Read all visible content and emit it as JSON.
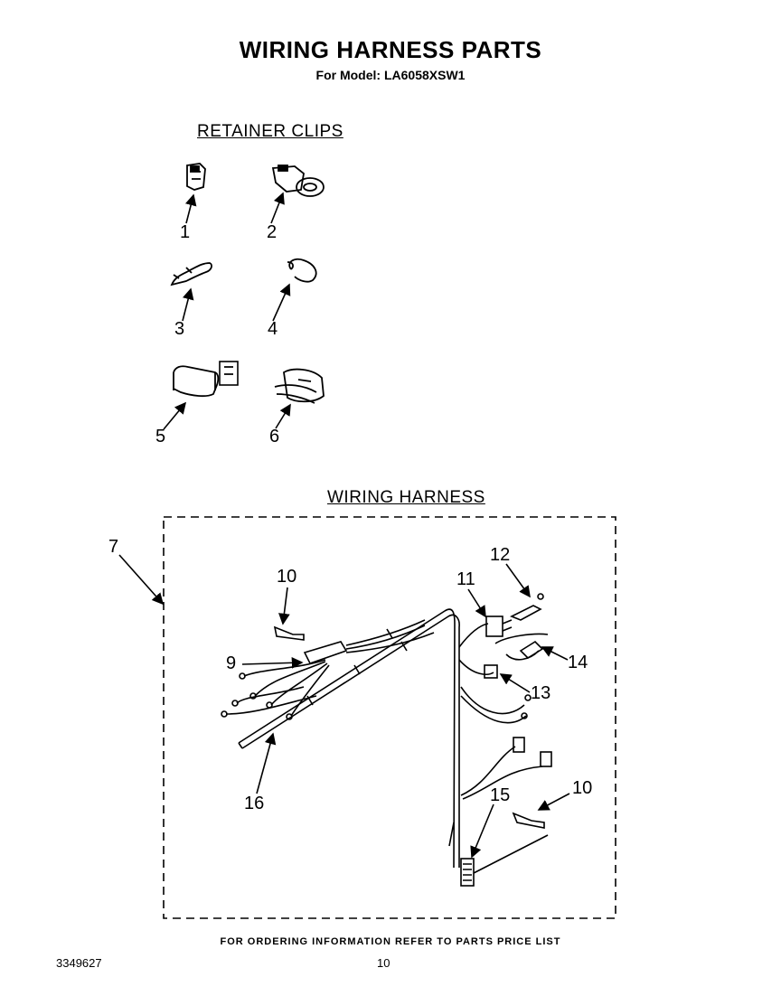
{
  "page": {
    "title": "WIRING HARNESS PARTS",
    "subtitle": "For Model: LA6058XSW1",
    "footer_note": "FOR ORDERING INFORMATION REFER TO PARTS PRICE LIST",
    "doc_number": "3349627",
    "page_number": "10"
  },
  "retainer_clips": {
    "heading": "RETAINER CLIPS",
    "items": [
      {
        "label": "1"
      },
      {
        "label": "2"
      },
      {
        "label": "3"
      },
      {
        "label": "4"
      },
      {
        "label": "5"
      },
      {
        "label": "6"
      }
    ]
  },
  "wiring_harness": {
    "heading": "WIRING HARNESS",
    "callouts": [
      {
        "label": "7"
      },
      {
        "label": "9"
      },
      {
        "label": "10"
      },
      {
        "label": "10"
      },
      {
        "label": "11"
      },
      {
        "label": "12"
      },
      {
        "label": "13"
      },
      {
        "label": "14"
      },
      {
        "label": "15"
      },
      {
        "label": "16"
      }
    ]
  }
}
